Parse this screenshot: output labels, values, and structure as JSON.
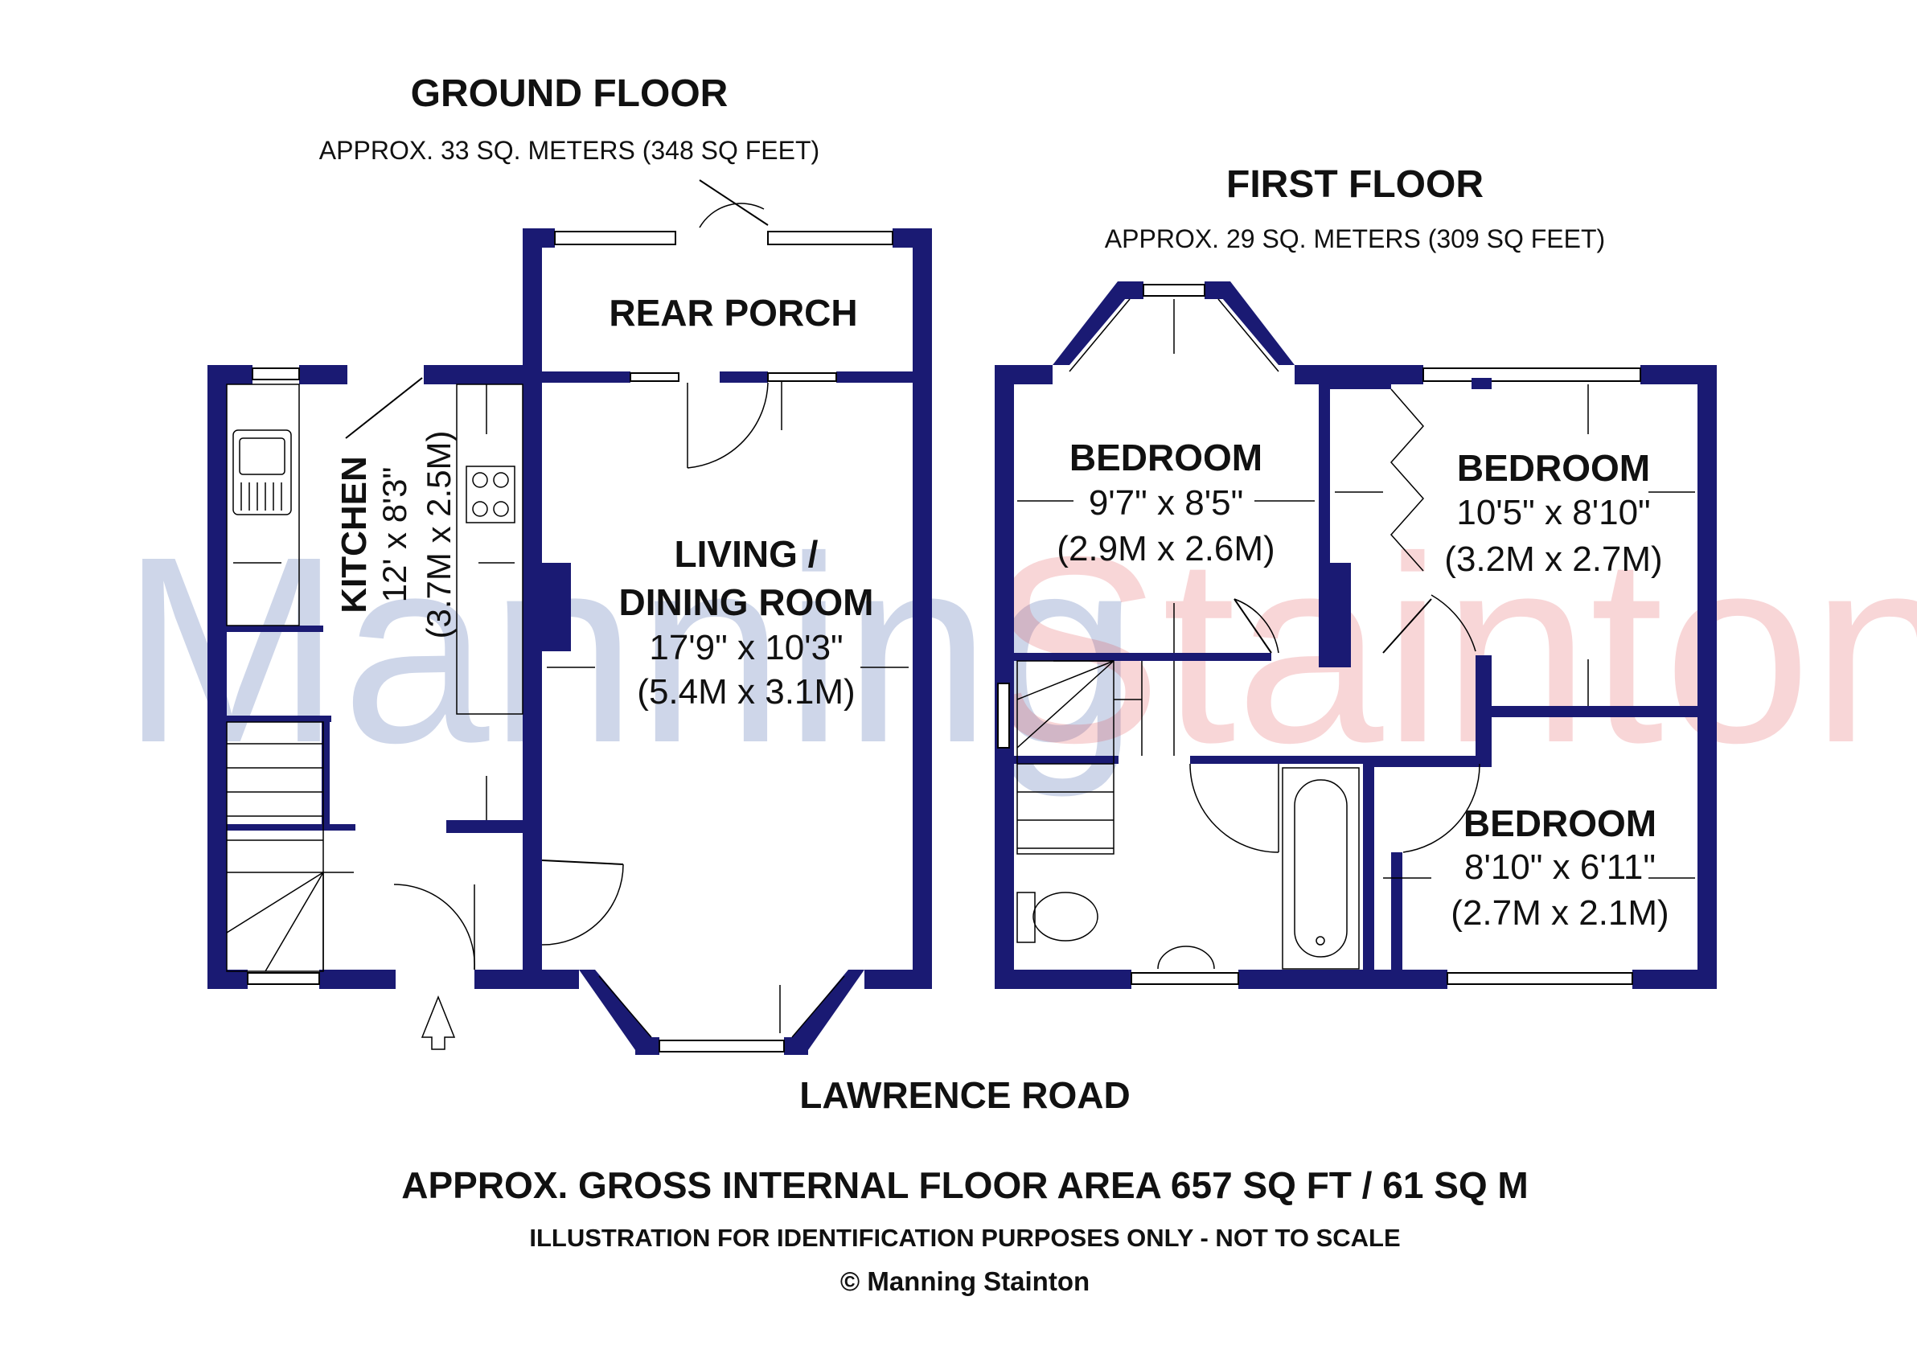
{
  "watermark": {
    "part1": "Manning",
    "part2": "Stainton",
    "color1": "#3b5aa6",
    "color2": "#e0464a"
  },
  "ground_floor": {
    "title": "GROUND FLOOR",
    "area": "APPROX. 33 SQ. METERS (348 SQ FEET)",
    "rooms": {
      "rear_porch": {
        "name": "REAR PORCH"
      },
      "living": {
        "name_line1": "LIVING /",
        "name_line2": "DINING ROOM",
        "dim_imperial": "17'9\" x 10'3\"",
        "dim_metric": "(5.4M x 3.1M)"
      },
      "kitchen": {
        "name": "KITCHEN",
        "dim_imperial": "12' x 8'3\"",
        "dim_metric": "(3.7M x 2.5M)"
      }
    }
  },
  "first_floor": {
    "title": "FIRST FLOOR",
    "area": "APPROX. 29 SQ. METERS (309 SQ FEET)",
    "rooms": {
      "bedroom1": {
        "name": "BEDROOM",
        "dim_imperial": "9'7\" x 8'5\"",
        "dim_metric": "(2.9M x 2.6M)"
      },
      "bedroom2": {
        "name": "BEDROOM",
        "dim_imperial": "10'5\" x 8'10\"",
        "dim_metric": "(3.2M x 2.7M)"
      },
      "bedroom3": {
        "name": "BEDROOM",
        "dim_imperial": "8'10\" x 6'11\"",
        "dim_metric": "(2.7M x 2.1M)"
      }
    }
  },
  "road": "LAWRENCE ROAD",
  "footer": {
    "gross_area": "APPROX. GROSS INTERNAL FLOOR AREA 657 SQ FT / 61 SQ M",
    "disclaimer": "ILLUSTRATION FOR IDENTIFICATION PURPOSES ONLY - NOT TO SCALE",
    "copyright": "© Manning Stainton"
  },
  "colors": {
    "wall": "#1a1a73",
    "text": "#111111"
  }
}
